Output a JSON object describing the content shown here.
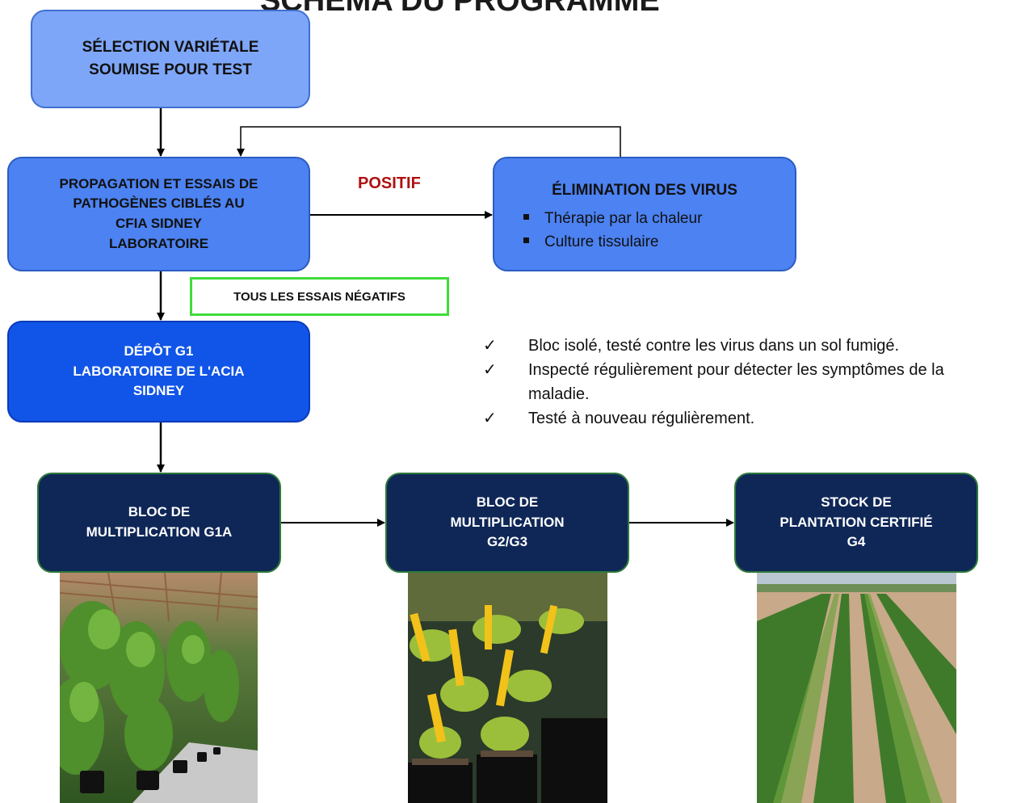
{
  "title": "SCHÉMA DU PROGRAMME",
  "boxes": {
    "selection": [
      "SÉLECTION VARIÉTALE",
      "SOUMISE POUR TEST"
    ],
    "propagation": [
      "PROPAGATION ET ESSAIS DE",
      "PATHOGÈNES CIBLÉS AU",
      "CFIA SIDNEY",
      "LABORATOIRE"
    ],
    "elimination": {
      "title": "ÉLIMINATION DES VIRUS",
      "items": [
        "Thérapie par la chaleur",
        "Culture tissulaire"
      ]
    },
    "depot": [
      "DÉPÔT G1",
      "LABORATOIRE DE L'ACIA",
      "SIDNEY"
    ],
    "g1a": [
      "BLOC DE",
      "MULTIPLICATION G1A"
    ],
    "g23": [
      "BLOC DE",
      "MULTIPLICATION",
      "G2/G3"
    ],
    "g4": [
      "STOCK DE",
      "PLANTATION CERTIFIÉ",
      "G4"
    ]
  },
  "labels": {
    "positif": "POSITIF",
    "negatifs": "TOUS LES ESSAIS NÉGATIFS"
  },
  "checklist": {
    "mark": "✓",
    "items": [
      "Bloc isolé, testé contre les virus dans un sol fumigé.",
      "Inspecté régulièrement pour détecter les symptômes de la maladie.",
      "Testé à nouveau régulièrement."
    ]
  },
  "colors": {
    "light_box": "#7ea6f8",
    "mid_box": "#4c82f2",
    "depot_box": "#1155e8",
    "navy_box": "#0f2757",
    "positif": "#b01010",
    "negatifs_border": "#3fdc3a"
  }
}
